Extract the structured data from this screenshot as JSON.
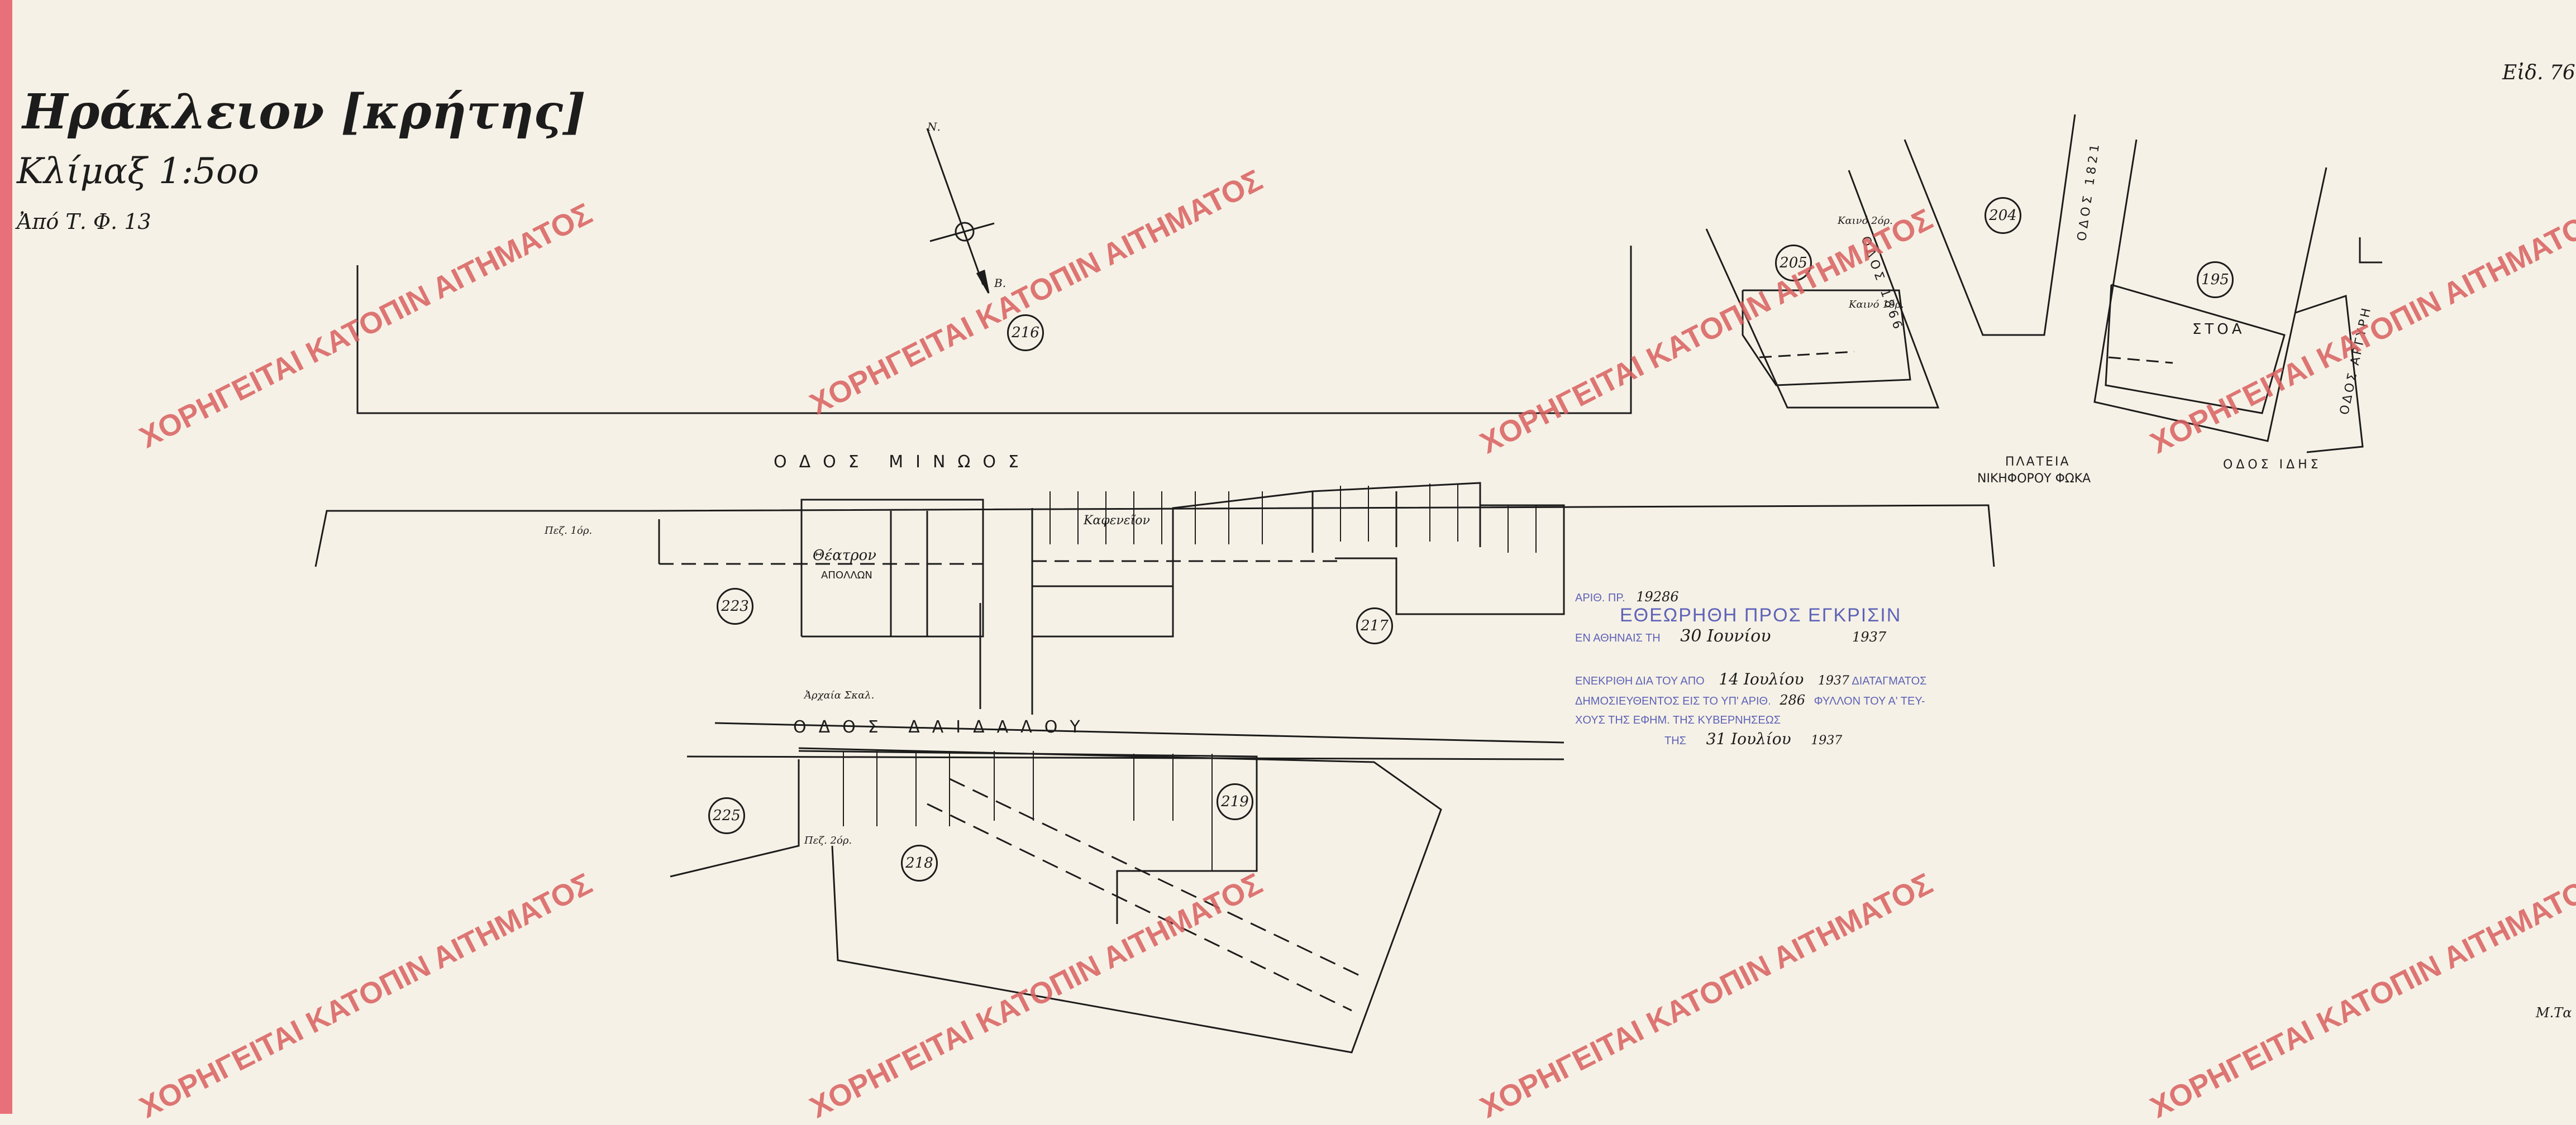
{
  "map": {
    "title": "Ηράκλειον [κρήτης]",
    "scale": "Κλίμαξ 1:5οο",
    "source": "Ἀπό Τ. Φ. 13",
    "sheet_number": "Εἰδ. 76",
    "signature": "Μ.Τα"
  },
  "streets": {
    "minos": "ΟΔΟΣ ΜΙΝΩΟΣ",
    "daidalou": "ΟΔΟΣ ΔΑΙΔΑΛΟΥ",
    "odos_1866": "ΟΔΟΣ 1866",
    "odos_1821": "ΟΔΟΣ 1821",
    "odos_idis": "ΟΔΟΣ ΙΔΗΣ",
    "odos_argyri": "ΟΔΟΣ ΑΡΓΥΡΗ",
    "plateia": "ΠΛΑΤΕΙΑ",
    "plateia_name": "ΝΙΚΗΦΟΡΟΥ ΦΩΚΑ"
  },
  "blocks": [
    {
      "id": "b216",
      "label": "216"
    },
    {
      "id": "b205",
      "label": "205"
    },
    {
      "id": "b204",
      "label": "204"
    },
    {
      "id": "b195",
      "label": "195"
    },
    {
      "id": "b223",
      "label": "223"
    },
    {
      "id": "b217",
      "label": "217"
    },
    {
      "id": "b225",
      "label": "225"
    },
    {
      "id": "b218",
      "label": "218"
    },
    {
      "id": "b219",
      "label": "219"
    }
  ],
  "annotations": {
    "theatre": "Θέατρον",
    "apollon": "ΑΠΟΛΛΩΝ",
    "stoa": "ΣΤΟΑ",
    "kafenion": "Καφενεῖον",
    "arxaia_skala": "Ἀρχαία Σκαλ.",
    "komma_1": "Καινό 2όρ.",
    "komma_2": "Καινό 1όρ.",
    "pat_1": "Πεζ. 1όρ.",
    "pat_2": "Πεζ. 2όρ.",
    "north": "Ν.",
    "south": "Β."
  },
  "approval_stamp": {
    "line1_label": "ΑΡΙΘ. ΠΡ.",
    "line1_value": "19286",
    "line2": "ΕΘΕΩΡΗΘΗ ΠΡΟΣ ΕΓΚΡΙΣΙΝ",
    "line3_prefix": "ΕΝ ΑΘΗΝΑΙΣ ΤΗ",
    "line3_date": "30 Ιουνίου",
    "line3_year": "1937"
  },
  "publication_stamp": {
    "line1_prefix": "ΕΝΕΚΡΙΘΗ ΔΙΑ ΤΟΥ ΑΠΟ",
    "line1_date": "14 Ιουλίου",
    "line1_year": "1937",
    "line1_suffix": "ΔΙΑΤΑΓΜΑΤΟΣ",
    "line2_prefix": "ΔΗΜΟΣΙΕΥΘΕΝΤΟΣ ΕΙΣ ΤΟ ΥΠ' ΑΡΙΘ.",
    "line2_number": "286",
    "line2_suffix": "ΦΥΛΛΟΝ ΤΟΥ Α' ΤΕΥ-",
    "line3": "ΧΟΥΣ ΤΗΣ ΕΦΗΜ. ΤΗΣ ΚΥΒΕΡΝΗΣΕΩΣ",
    "line4_prefix": "ΤΗΣ",
    "line4_date": "31 Ιουλίου",
    "line4_year": "1937"
  },
  "watermark": "ΧΟΡΗΓΕΙΤΑΙ ΚΑΤΟΠΙΝ ΑΙΤΗΜΑΤΟΣ",
  "colors": {
    "paper": "#f6f1e6",
    "ink": "#1c1c1c",
    "stamp": "#5d63b8",
    "watermark": "#d96060",
    "edge": "#e8707a"
  }
}
